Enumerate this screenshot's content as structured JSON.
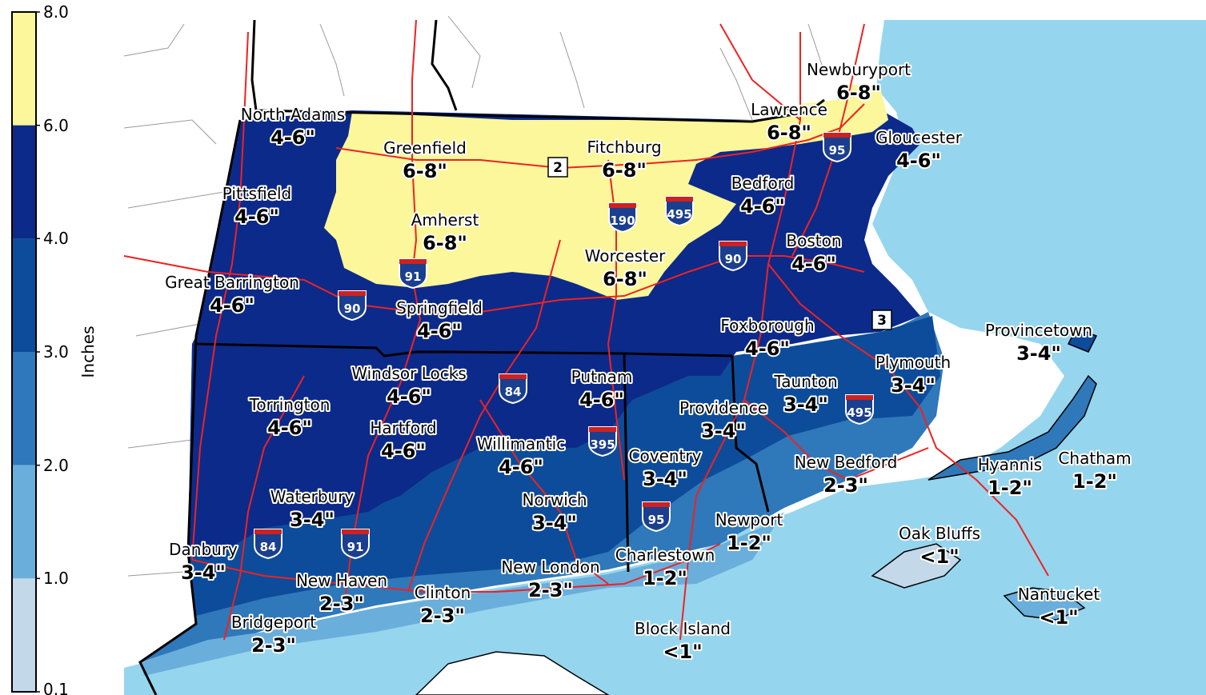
{
  "legend": {
    "title": "Inches",
    "ticks": [
      "8.0",
      "6.0",
      "4.0",
      "3.0",
      "2.0",
      "1.0",
      "0.1"
    ],
    "bins": [
      {
        "min": 6.0,
        "max": 8.0,
        "color": "#fbf79a"
      },
      {
        "min": 4.0,
        "max": 6.0,
        "color": "#0c2a8a"
      },
      {
        "min": 3.0,
        "max": 4.0,
        "color": "#0d4c9a"
      },
      {
        "min": 2.0,
        "max": 3.0,
        "color": "#2f78b9"
      },
      {
        "min": 1.0,
        "max": 2.0,
        "color": "#6aaedb"
      },
      {
        "min": 0.1,
        "max": 1.0,
        "color": "#c3d8e8"
      }
    ]
  },
  "colors": {
    "ocean": "#96d5ee",
    "road": "#ee2222",
    "border": "#000000",
    "land_outline": "#888888"
  },
  "cities": [
    {
      "name": "North Adams",
      "amount": "4-6\""
    },
    {
      "name": "Pittsfield",
      "amount": "4-6\""
    },
    {
      "name": "Great Barrington",
      "amount": "4-6\""
    },
    {
      "name": "Greenfield",
      "amount": "6-8\""
    },
    {
      "name": "Amherst",
      "amount": "6-8\""
    },
    {
      "name": "Springfield",
      "amount": "4-6\""
    },
    {
      "name": "Fitchburg",
      "amount": "6-8\""
    },
    {
      "name": "Worcester",
      "amount": "6-8\""
    },
    {
      "name": "Newburyport",
      "amount": "6-8\""
    },
    {
      "name": "Lawrence",
      "amount": "6-8\""
    },
    {
      "name": "Gloucester",
      "amount": "4-6\""
    },
    {
      "name": "Bedford",
      "amount": "4-6\""
    },
    {
      "name": "Boston",
      "amount": "4-6\""
    },
    {
      "name": "Foxborough",
      "amount": "4-6\""
    },
    {
      "name": "Taunton",
      "amount": "3-4\""
    },
    {
      "name": "Plymouth",
      "amount": "3-4\""
    },
    {
      "name": "Provincetown",
      "amount": "3-4\""
    },
    {
      "name": "Providence",
      "amount": "3-4\""
    },
    {
      "name": "New Bedford",
      "amount": "2-3\""
    },
    {
      "name": "Hyannis",
      "amount": "1-2\""
    },
    {
      "name": "Chatham",
      "amount": "1-2\""
    },
    {
      "name": "Windsor Locks",
      "amount": "4-6\""
    },
    {
      "name": "Torrington",
      "amount": "4-6\""
    },
    {
      "name": "Hartford",
      "amount": "4-6\""
    },
    {
      "name": "Putnam",
      "amount": "4-6\""
    },
    {
      "name": "Willimantic",
      "amount": "4-6\""
    },
    {
      "name": "Coventry",
      "amount": "3-4\""
    },
    {
      "name": "Waterbury",
      "amount": "3-4\""
    },
    {
      "name": "Norwich",
      "amount": "3-4\""
    },
    {
      "name": "Newport",
      "amount": "1-2\""
    },
    {
      "name": "Oak Bluffs",
      "amount": "<1\""
    },
    {
      "name": "Danbury",
      "amount": "3-4\""
    },
    {
      "name": "New Haven",
      "amount": "2-3\""
    },
    {
      "name": "Clinton",
      "amount": "2-3\""
    },
    {
      "name": "New London",
      "amount": "2-3\""
    },
    {
      "name": "Charlestown",
      "amount": "1-2\""
    },
    {
      "name": "Nantucket",
      "amount": "<1\""
    },
    {
      "name": "Bridgeport",
      "amount": "2-3\""
    },
    {
      "name": "Block Island",
      "amount": "<1\""
    }
  ],
  "highways": [
    {
      "label": "91",
      "type": "interstate"
    },
    {
      "label": "90",
      "type": "interstate"
    },
    {
      "label": "190",
      "type": "interstate"
    },
    {
      "label": "495",
      "type": "interstate"
    },
    {
      "label": "95",
      "type": "interstate"
    },
    {
      "label": "90",
      "type": "interstate"
    },
    {
      "label": "84",
      "type": "interstate"
    },
    {
      "label": "395",
      "type": "interstate"
    },
    {
      "label": "495",
      "type": "interstate"
    },
    {
      "label": "95",
      "type": "interstate"
    },
    {
      "label": "84",
      "type": "interstate"
    },
    {
      "label": "91",
      "type": "interstate"
    },
    {
      "label": "2",
      "type": "route"
    },
    {
      "label": "3",
      "type": "route"
    }
  ]
}
